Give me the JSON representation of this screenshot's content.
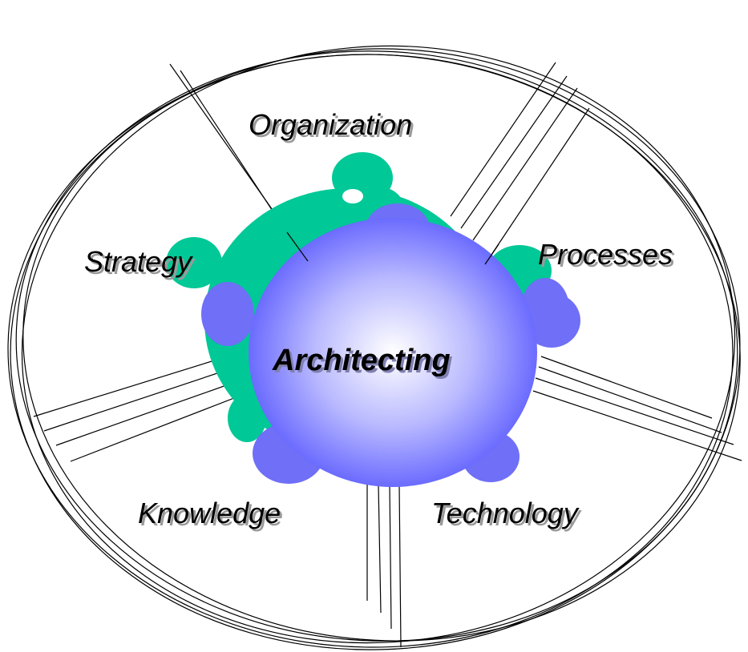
{
  "diagram": {
    "center_label": "Architecting",
    "segments": {
      "organization": "Organization",
      "processes": "Processes",
      "technology": "Technology",
      "knowledge": "Knowledge",
      "strategy": "Strategy"
    }
  },
  "colors": {
    "hub_fill_center": "#ffffff",
    "hub_fill_edge": "#6b6bff",
    "hub_knob": "#6f6ff7",
    "green_shadow": "#00c896",
    "line": "#000000",
    "label_shadow": "#9a9a9a"
  }
}
